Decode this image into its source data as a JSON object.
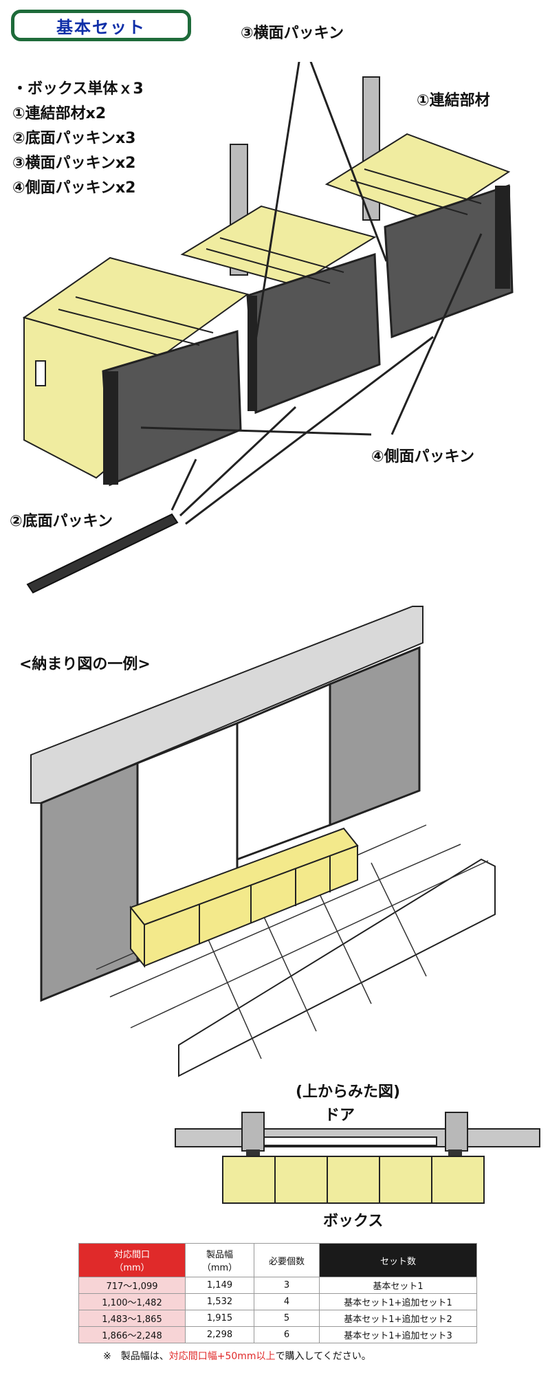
{
  "badge": {
    "title": "基本セット"
  },
  "parts_list": [
    "・ボックス単体ｘ3",
    "①連結部材x2",
    "②底面パッキンx3",
    "③横面パッキンx2",
    "④側面パッキンx2"
  ],
  "callouts": {
    "side_packing_top": "③横面パッキン",
    "connector": "①連結部材",
    "lateral_packing": "④側面パッキン",
    "bottom_packing": "②底面パッキン"
  },
  "example_caption": "<納まり図の一例>",
  "top_view": {
    "caption": "(上からみた図)",
    "door_label": "ドア",
    "box_label": "ボックス"
  },
  "colors": {
    "box_yellow": "#f0eca0",
    "dark_gray": "#555555",
    "badge_green": "#1e6b3a",
    "red": "#e02a2a"
  },
  "table": {
    "headers": [
      {
        "line1": "対応間口",
        "line2": "（mm）"
      },
      {
        "line1": "製品幅",
        "line2": "（mm）"
      },
      {
        "line1": "必要個数",
        "line2": ""
      },
      {
        "line1": "セット数",
        "line2": ""
      }
    ],
    "rows": [
      {
        "opening": "717〜1,099",
        "width": "1,149",
        "count": "3",
        "sets": "基本セット1"
      },
      {
        "opening": "1,100〜1,482",
        "width": "1,532",
        "count": "4",
        "sets": "基本セット1+追加セット1"
      },
      {
        "opening": "1,483〜1,865",
        "width": "1,915",
        "count": "5",
        "sets": "基本セット1+追加セット2"
      },
      {
        "opening": "1,866〜2,248",
        "width": "2,298",
        "count": "6",
        "sets": "基本セット1+追加セット3"
      }
    ]
  },
  "note": {
    "prefix": "※　製品幅は、",
    "highlight": "対応間口幅+50mm以上",
    "suffix": "で購入してください。"
  }
}
